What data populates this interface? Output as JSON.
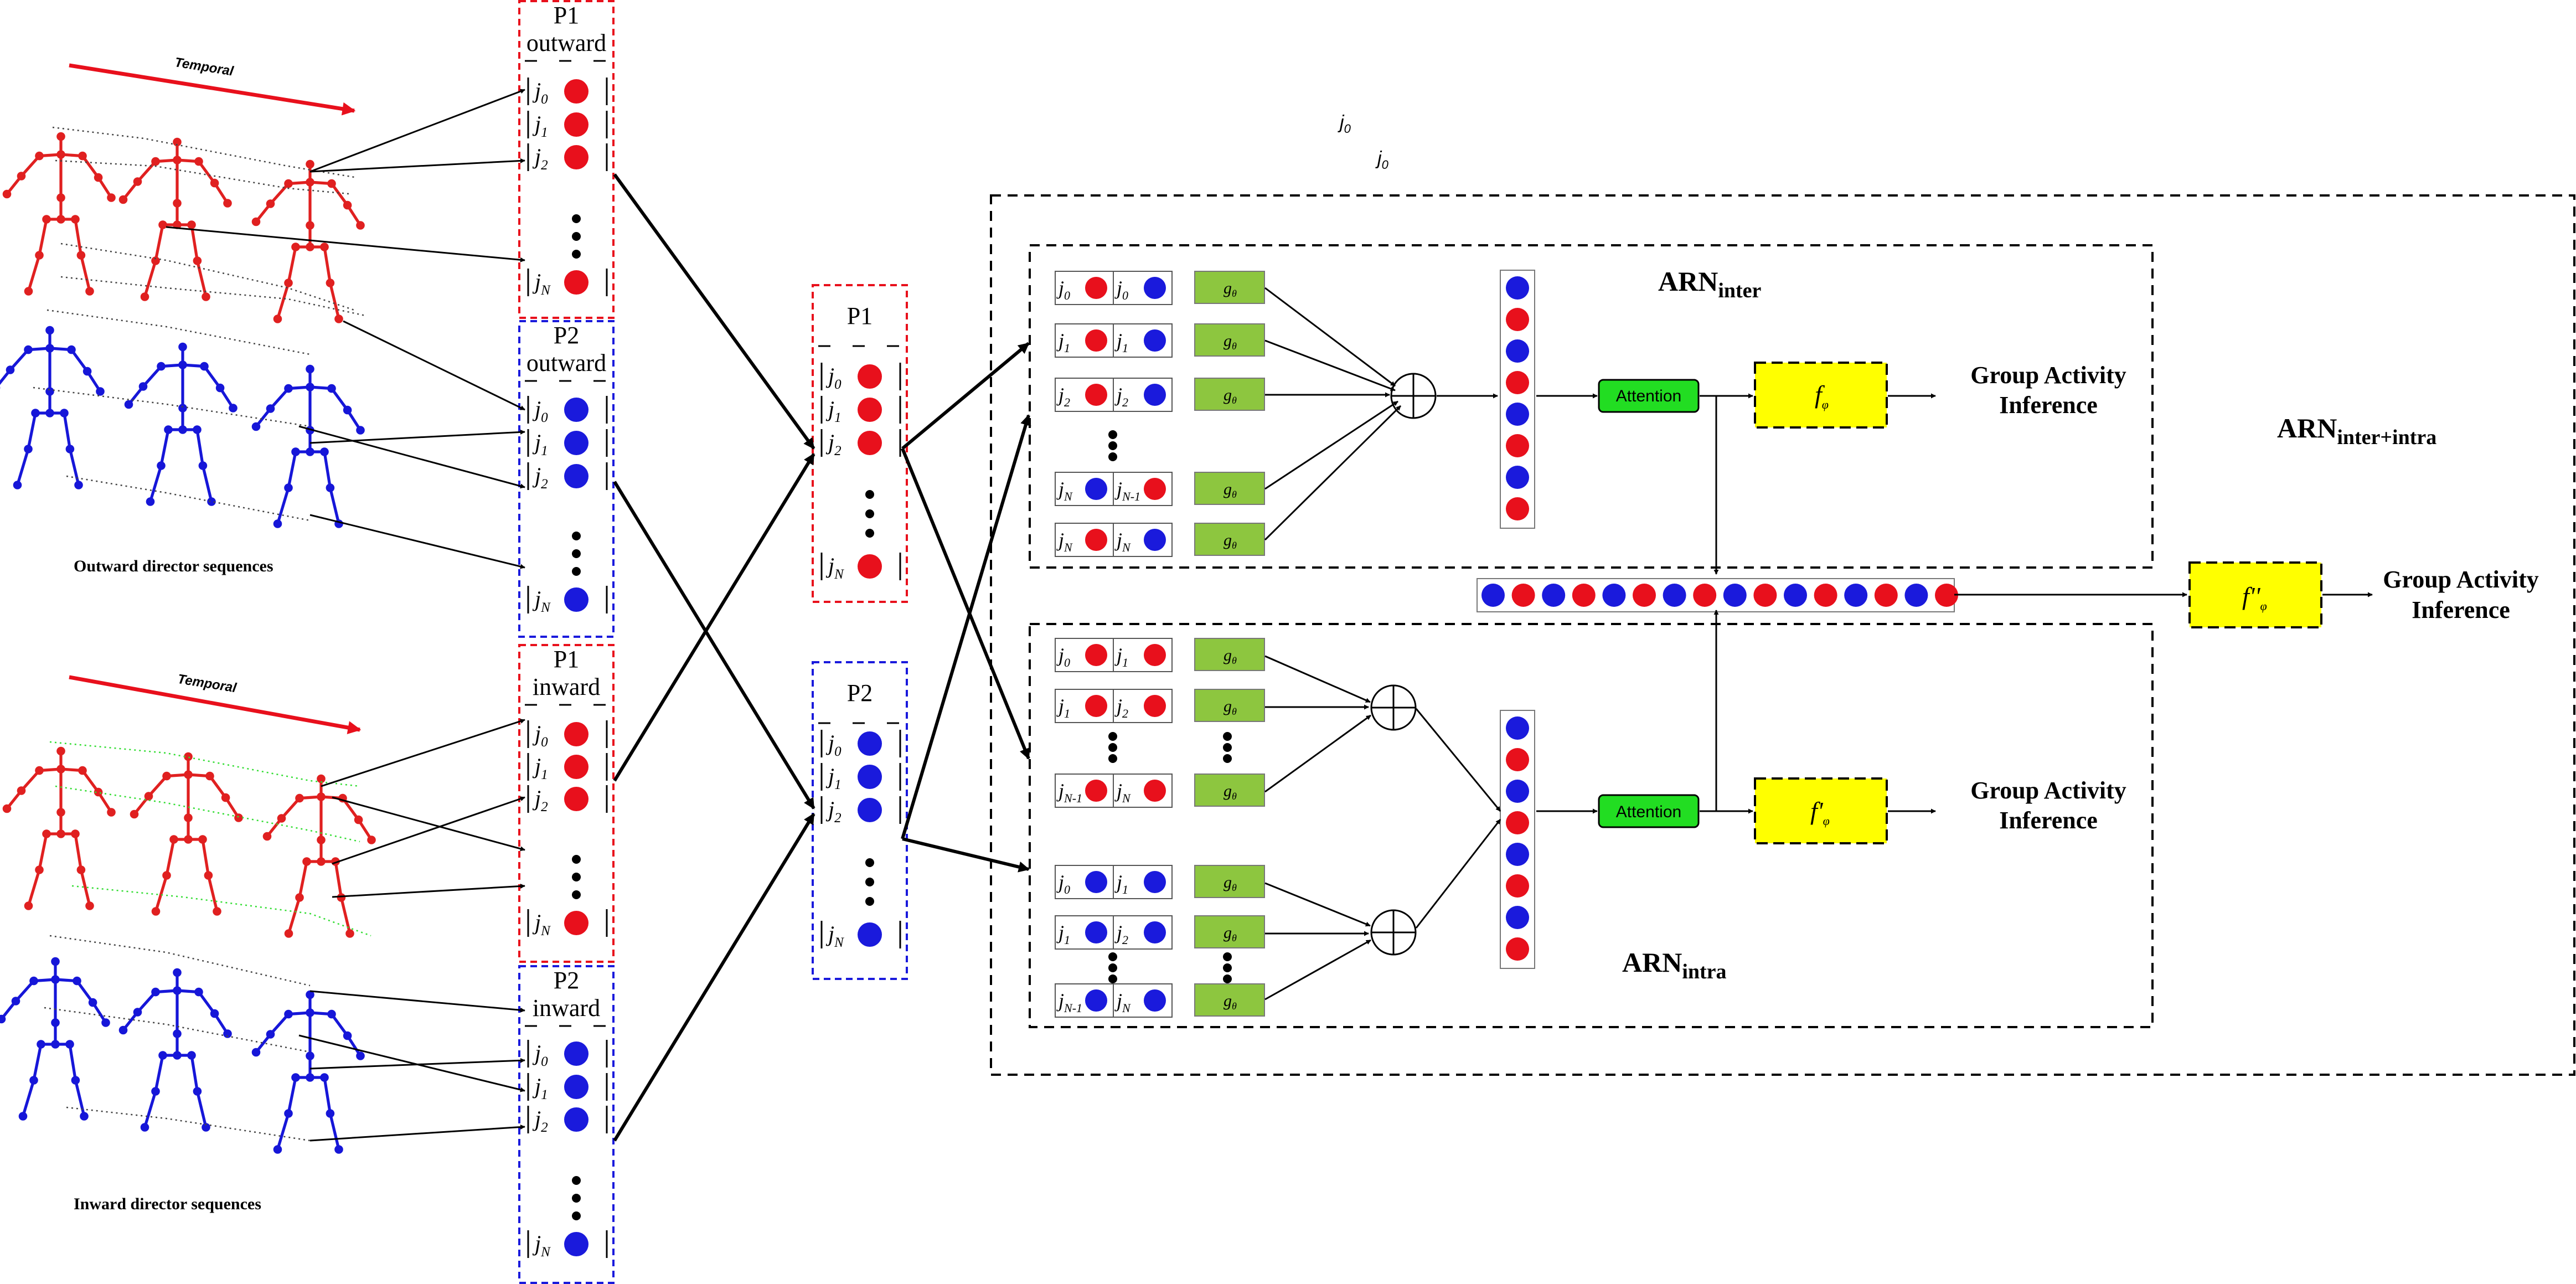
{
  "colors": {
    "red": "#e8101c",
    "blue": "#1a1adc",
    "green_box": "#8dc63f",
    "attention": "#22dd22",
    "yellow": "#ffff00",
    "black": "#000000",
    "skeleton_red": "#e02020",
    "skeleton_blue": "#1616d8",
    "green_dotted": "#33dd33"
  },
  "temporal_label": "Temporal",
  "outward_caption": "Outward director sequences",
  "inward_caption": "Inward director sequences",
  "player_boxes": {
    "p1_outward": {
      "title": "P1",
      "subtitle": "outward"
    },
    "p2_outward": {
      "title": "P2",
      "subtitle": "outward"
    },
    "p1_inward": {
      "title": "P1",
      "subtitle": "inward"
    },
    "p2_inward": {
      "title": "P2",
      "subtitle": "inward"
    },
    "p1_mid": {
      "title": "P1"
    },
    "p2_mid": {
      "title": "P2"
    }
  },
  "joint_labels": {
    "j0": {
      "base": "j",
      "sub": "0"
    },
    "j1": {
      "base": "j",
      "sub": "1"
    },
    "j2": {
      "base": "j",
      "sub": "2"
    },
    "jN": {
      "base": "j",
      "sub": "N"
    },
    "jN1": {
      "base": "j",
      "sub": "N-1"
    }
  },
  "stray_labels": [
    {
      "base": "j",
      "sub": "0"
    },
    {
      "base": "j",
      "sub": "0"
    }
  ],
  "g_label": {
    "base": "g",
    "sub": "θ"
  },
  "attention_label": "Attention",
  "f_inter": {
    "base": "f",
    "sub": "φ"
  },
  "f_intra": {
    "base": "f'",
    "sub": "φ"
  },
  "f_combined": {
    "base": "f''",
    "sub": "φ"
  },
  "arn_inter": {
    "base": "ARN",
    "sub": "inter"
  },
  "arn_intra": {
    "base": "ARN",
    "sub": "intra"
  },
  "arn_combined": {
    "base": "ARN",
    "sub": "inter+intra"
  },
  "inference_label": {
    "line1": "Group Activity",
    "line2": "Inference"
  },
  "vector_columns": {
    "inter": [
      "blue",
      "red",
      "blue",
      "red",
      "blue",
      "red",
      "blue",
      "red"
    ],
    "intra": [
      "blue",
      "red",
      "blue",
      "red",
      "blue",
      "red",
      "blue",
      "red"
    ]
  },
  "concat_vector": [
    "blue",
    "red",
    "blue",
    "red",
    "blue",
    "red",
    "blue",
    "red",
    "blue",
    "red",
    "blue",
    "red",
    "blue",
    "red",
    "blue",
    "red"
  ]
}
